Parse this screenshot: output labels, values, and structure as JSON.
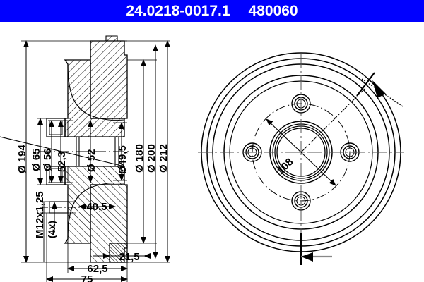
{
  "header": {
    "part_number": "24.0218-0017.1",
    "article_number": "480060",
    "background_color": "#0000ff",
    "text_color": "#ffffff"
  },
  "drawing": {
    "title": "brake-drum-technical-drawing",
    "line_color": "#000000",
    "background_color": "#ffffff",
    "section_view": {
      "name": "cross-section-view",
      "dimensions_left": [
        {
          "id": "d194",
          "label": "Ø 194"
        },
        {
          "id": "d65",
          "label": "Ø 65"
        },
        {
          "id": "d56",
          "label": "Ø 56"
        },
        {
          "id": "thread",
          "label": "M12x1,25"
        },
        {
          "id": "thread_count",
          "label": "(4x)"
        }
      ],
      "dimensions_inner": [
        {
          "id": "w523",
          "label": "52,3"
        },
        {
          "id": "d52",
          "label": "Ø 52"
        },
        {
          "id": "d495",
          "label": "Ø49,5"
        }
      ],
      "dimensions_right": [
        {
          "id": "d180",
          "label": "Ø 180"
        },
        {
          "id": "d200",
          "label": "Ø 200"
        },
        {
          "id": "d212",
          "label": "Ø 212"
        }
      ],
      "dimensions_bottom": [
        {
          "id": "w405",
          "label": "40,5"
        },
        {
          "id": "w215",
          "label": "21,5"
        },
        {
          "id": "w625",
          "label": "62,5"
        },
        {
          "id": "w75",
          "label": "75"
        }
      ]
    },
    "front_view": {
      "name": "front-face-view",
      "bolt_circle_label": "108",
      "bolt_hole_count": 4
    }
  }
}
